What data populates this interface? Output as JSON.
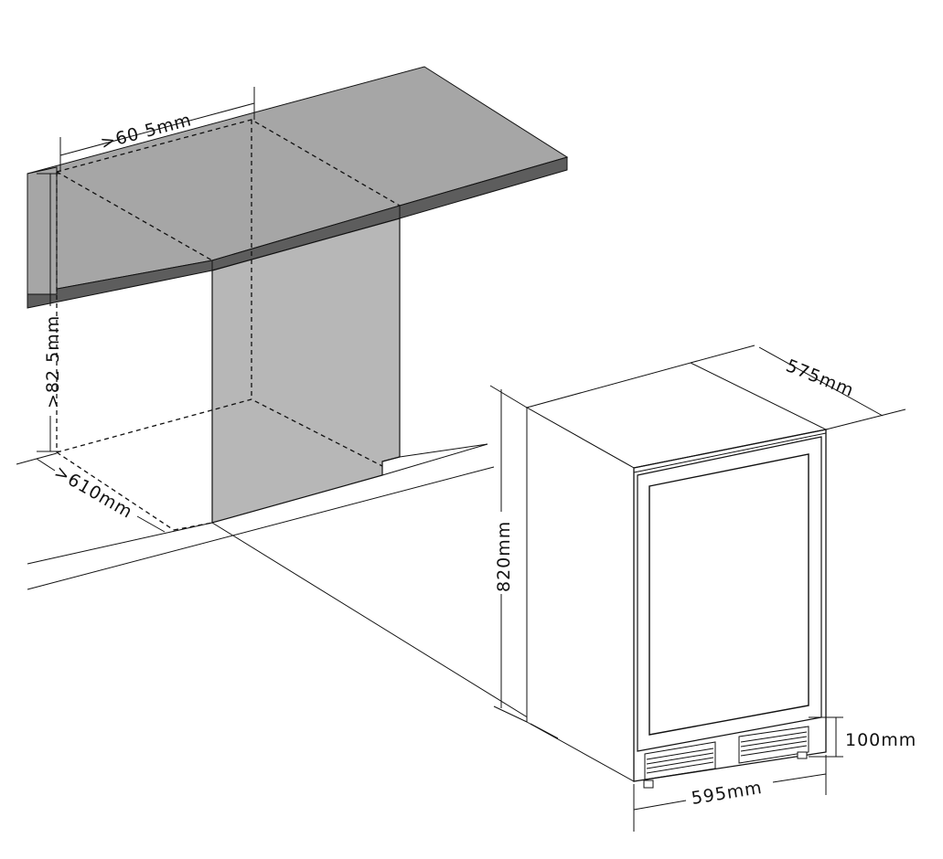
{
  "dimensions": {
    "niche_width": ">60 5mm",
    "niche_height": ">82 5mm",
    "niche_depth": ">610mm",
    "appliance_depth": "575mm",
    "appliance_height": "820mm",
    "plinth_height": "100mm",
    "appliance_width": "595mm"
  },
  "colors": {
    "countertop_top": "#a6a6a6",
    "countertop_edge": "#5d5d5d",
    "niche_wall": "#b7b7b7",
    "line": "#111111"
  }
}
